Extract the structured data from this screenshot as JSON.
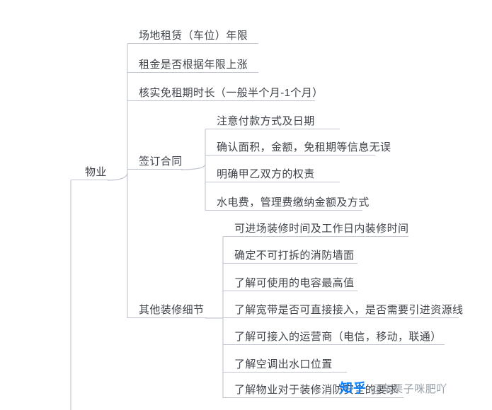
{
  "mindmap": {
    "root": "物业",
    "branches": [
      {
        "label": "场地租赁（车位）年限"
      },
      {
        "label": "租金是否根据年限上涨"
      },
      {
        "label": "核实免租期时长（一般半个月-1个月）"
      },
      {
        "label": "签订合同",
        "children": [
          {
            "label": "注意付款方式及日期"
          },
          {
            "label": "确认面积，金额，免租期等信息无误"
          },
          {
            "label": "明确甲乙双方的权责"
          },
          {
            "label": "水电费，管理费缴纳金额及方式"
          }
        ]
      },
      {
        "label": "其他装修细节",
        "children": [
          {
            "label": "可进场装修时间及工作日内装修时间"
          },
          {
            "label": "确定不可打拆的消防墙面"
          },
          {
            "label": "了解可使用的电容最高值"
          },
          {
            "label": "了解宽带是否可直接接入，是否需要引进资源线"
          },
          {
            "label": "了解可接入的运营商（电信，移动，联通）"
          },
          {
            "label": "了解空调出水口位置"
          },
          {
            "label": "了解物业对于装修消防安全的要求"
          }
        ]
      }
    ]
  },
  "watermark": {
    "brand": "知乎",
    "handle": "@车栗子咪肥吖"
  },
  "colors": {
    "line": "#c3c8d0",
    "text": "#3f434a",
    "brand_blue": "#0a80ff",
    "handle_gray": "#98a0a8"
  }
}
